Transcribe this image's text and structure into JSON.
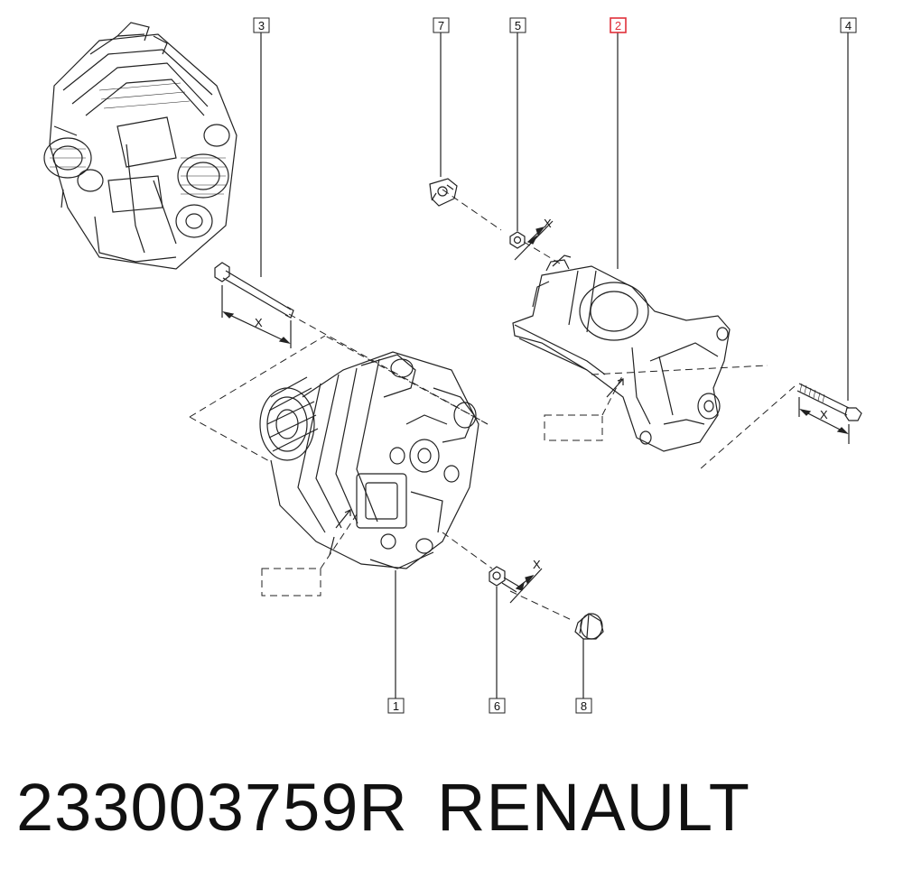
{
  "callouts": [
    {
      "id": "1",
      "label": "1",
      "highlight": false
    },
    {
      "id": "2",
      "label": "2",
      "highlight": true
    },
    {
      "id": "3",
      "label": "3",
      "highlight": false
    },
    {
      "id": "4",
      "label": "4",
      "highlight": false
    },
    {
      "id": "5",
      "label": "5",
      "highlight": false
    },
    {
      "id": "6",
      "label": "6",
      "highlight": false
    },
    {
      "id": "7",
      "label": "7",
      "highlight": false
    },
    {
      "id": "8",
      "label": "8",
      "highlight": false
    }
  ],
  "dimension_label": "X",
  "footer": {
    "part_number": "233003759R",
    "brand": "RENAULT"
  },
  "colors": {
    "line": "#222222",
    "highlight": "#e0303a",
    "background": "#ffffff"
  }
}
